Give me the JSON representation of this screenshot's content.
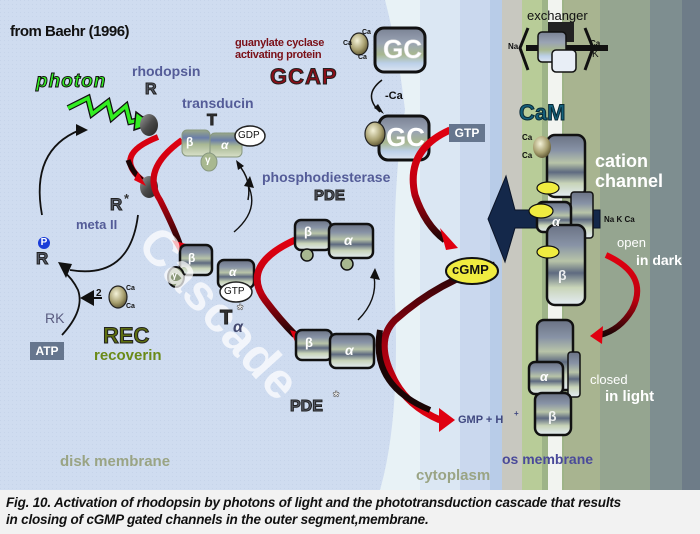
{
  "figure": {
    "source": "from Baehr (1996)",
    "watermark": "Cascade",
    "caption_line1": "Fig. 10. Activation of rhodopsin by photons of light and the phototransduction cascade that results",
    "caption_line2": "in closing of cGMP gated channels in the outer segment,membrane."
  },
  "labels": {
    "photon": "photon",
    "rhodopsin": "rhodopsin",
    "rhodopsin_symbol": "R",
    "transducin": "transducin",
    "transducin_symbol": "T",
    "gdp": "GDP",
    "gtp_t": "GTP",
    "t_alpha_symbol": "T",
    "t_alpha_sub": "α",
    "star": "*",
    "r_star": "R",
    "meta2": "meta II",
    "r_phos": "R",
    "phos_p": "P",
    "rk": "RK",
    "atp": "ATP",
    "two": "2",
    "rec": "REC",
    "recoverin": "recoverin",
    "gcap_desc1": "guanylate cyclase",
    "gcap_desc2": "activating protein",
    "gcap": "GCAP",
    "gc": "GC",
    "minus_ca": "-Ca",
    "ca": "Ca",
    "phosphodiesterase": "phosphodiesterase",
    "pde": "PDE",
    "pde_star": "PDE",
    "gtp_gc": "GTP",
    "cgmp": "cGMP",
    "gmp": "GMP + H",
    "gmp_sup": "+",
    "exchanger": "exchanger",
    "na": "Na",
    "k": "K",
    "cam": "CaM",
    "cation1": "cation",
    "cation2": "channel",
    "nakca": "Na K Ca",
    "open": "open",
    "in_dark": "in dark",
    "closed": "closed",
    "in_light": "in light",
    "disk_membrane": "disk membrane",
    "cytoplasm": "cytoplasm",
    "os_membrane": "os membrane",
    "beta": "β",
    "alpha": "α",
    "gamma": "γ"
  },
  "colors": {
    "background": "#cfdcf0",
    "arrow_red": "#e00010",
    "arrow_dark": "#1a0a0a",
    "photon_green": "#33ee22",
    "cgmp_yellow": "#f0ec40",
    "cation_arrow": "#14284a"
  }
}
